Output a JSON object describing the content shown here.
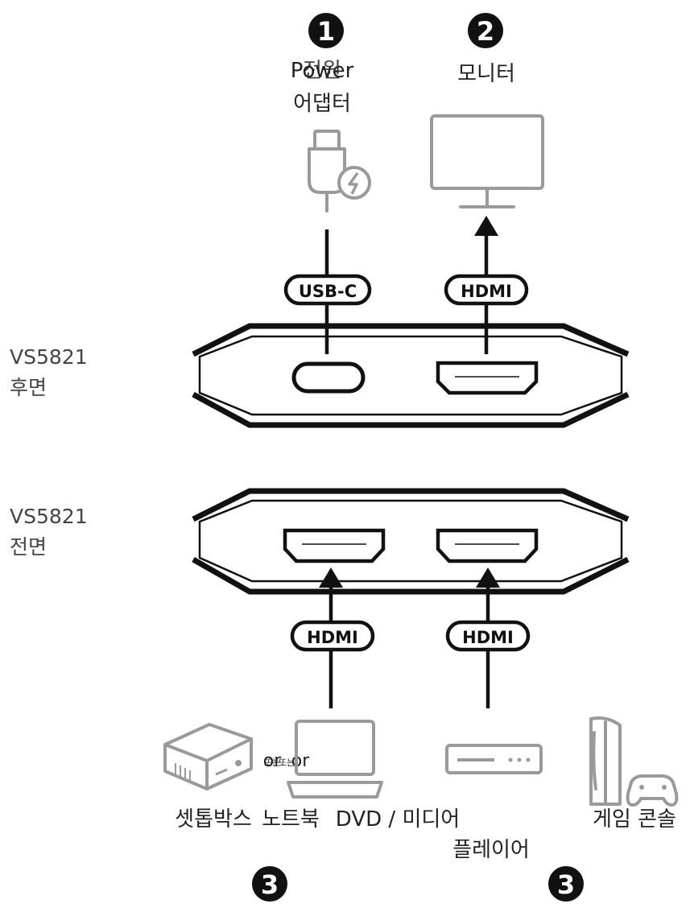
{
  "badges": {
    "n1": "1",
    "n2": "2",
    "n3a": "3",
    "n3b": "3"
  },
  "top": {
    "power_overlay": "Power",
    "power_label_1": "전원",
    "power_label_2": "어댑터",
    "monitor_label": "모니터"
  },
  "rear": {
    "name": "VS5821",
    "side": "후면",
    "usb_pill": "USB-C",
    "hdmi_pill": "HDMI"
  },
  "front": {
    "name": "VS5821",
    "side": "전면",
    "hdmi_pill_left": "HDMI",
    "hdmi_pill_right": "HDMI"
  },
  "devices": {
    "or_1": "or",
    "or_2": "or",
    "or_small_1": "또는",
    "or_small_2": "또는",
    "settop": "셋톱박스",
    "laptop": "노트북",
    "dvd_line1": "DVD / 미디어",
    "dvd_line2": "플레이어",
    "console": "게임 콘솔"
  },
  "colors": {
    "line": "#111111",
    "icon_gray": "#9a9a9a",
    "badge": "#111111"
  }
}
